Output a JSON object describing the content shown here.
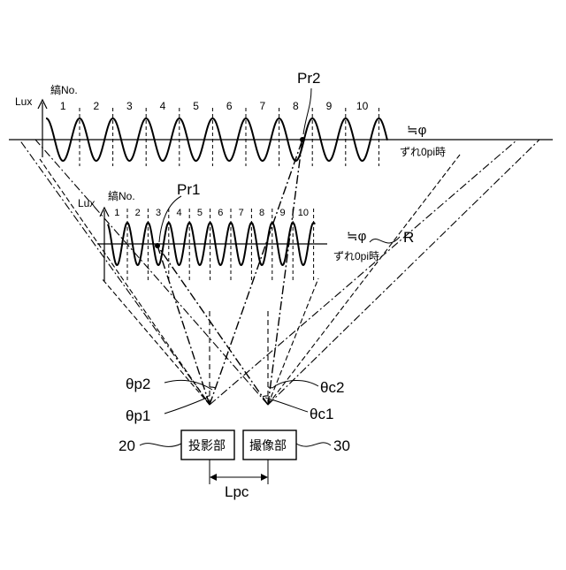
{
  "upper_pattern": {
    "axis_label": "Lux",
    "stripe_header": "縞No.",
    "stripe_numbers": [
      "1",
      "2",
      "3",
      "4",
      "5",
      "6",
      "7",
      "8",
      "9",
      "10"
    ],
    "phase_label": "≒φ",
    "shift_label": "ずれ0pi時",
    "point_label": "Pr2"
  },
  "lower_pattern": {
    "axis_label": "Lux",
    "stripe_header": "縞No.",
    "stripe_numbers": [
      "1",
      "2",
      "3",
      "4",
      "5",
      "6",
      "7",
      "8",
      "9",
      "10"
    ],
    "phase_label": "≒φ",
    "shift_label": "ずれ0pi時",
    "point_label": "Pr1",
    "plane_label": "R"
  },
  "angles": {
    "theta_p2": "θp2",
    "theta_p1": "θp1",
    "theta_c2": "θc2",
    "theta_c1": "θc1"
  },
  "projector": {
    "label": "投影部",
    "ref": "20"
  },
  "camera": {
    "label": "撮像部",
    "ref": "30"
  },
  "baseline_label": "Lpc"
}
